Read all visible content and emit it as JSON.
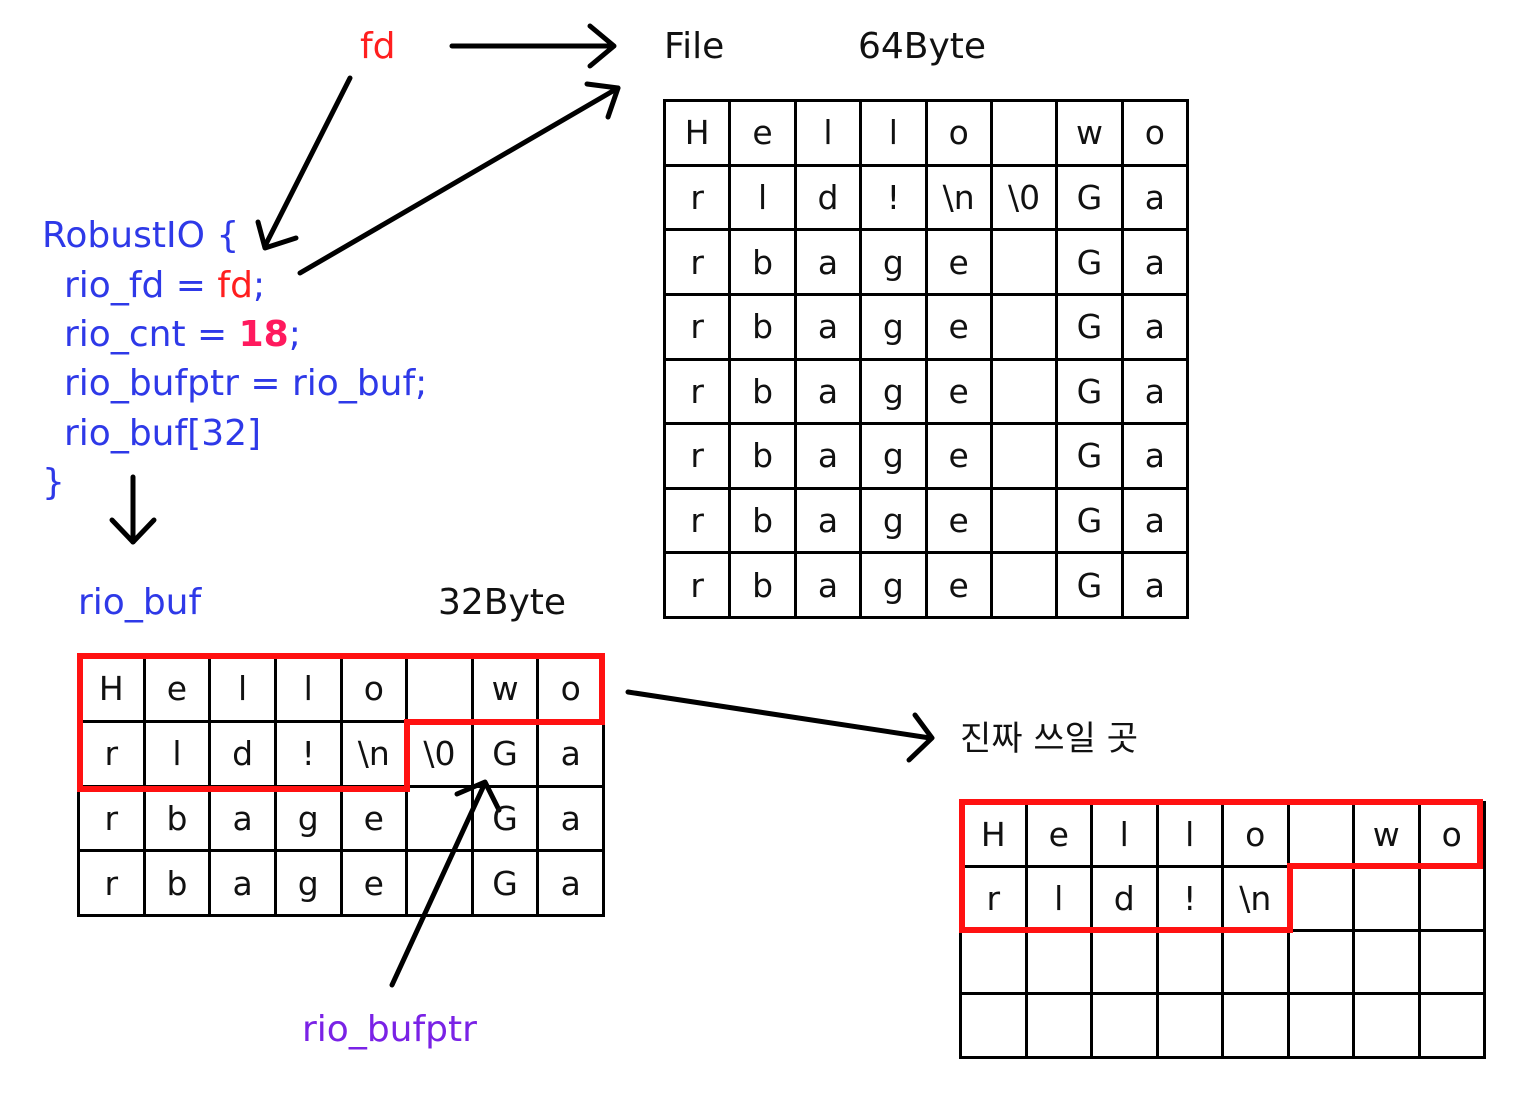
{
  "colors": {
    "blue": "#2e39e8",
    "red": "#ff1f1f",
    "pink": "#ff1a5e",
    "violet": "#7a22e6",
    "black": "#000000",
    "highlight": "#ff1111"
  },
  "labels": {
    "fd": "fd",
    "file": "File",
    "file_size": "64Byte",
    "rio_buf": "rio_buf",
    "buf_size": "32Byte",
    "rio_bufptr": "rio_bufptr",
    "dest": "진짜 쓰일 곳"
  },
  "struct": {
    "open": "RobustIO {",
    "fd_field": "rio_fd = ",
    "fd_value": "fd",
    "semi": ";",
    "cnt_field": "rio_cnt = ",
    "cnt_value": "18",
    "bufptr_line": "rio_bufptr = rio_buf;",
    "buf_line": "rio_buf[32]",
    "close": "}"
  },
  "file_grid": [
    [
      "H",
      "e",
      "l",
      "l",
      "o",
      "",
      "w",
      "o"
    ],
    [
      "r",
      "l",
      "d",
      "!",
      "\\n",
      "\\0",
      "G",
      "a"
    ],
    [
      "r",
      "b",
      "a",
      "g",
      "e",
      "",
      "G",
      "a"
    ],
    [
      "r",
      "b",
      "a",
      "g",
      "e",
      "",
      "G",
      "a"
    ],
    [
      "r",
      "b",
      "a",
      "g",
      "e",
      "",
      "G",
      "a"
    ],
    [
      "r",
      "b",
      "a",
      "g",
      "e",
      "",
      "G",
      "a"
    ],
    [
      "r",
      "b",
      "a",
      "g",
      "e",
      "",
      "G",
      "a"
    ],
    [
      "r",
      "b",
      "a",
      "g",
      "e",
      "",
      "G",
      "a"
    ]
  ],
  "buf_grid": [
    [
      "H",
      "e",
      "l",
      "l",
      "o",
      "",
      "w",
      "o"
    ],
    [
      "r",
      "l",
      "d",
      "!",
      "\\n",
      "\\0",
      "G",
      "a"
    ],
    [
      "r",
      "b",
      "a",
      "g",
      "e",
      "",
      "G",
      "a"
    ],
    [
      "r",
      "b",
      "a",
      "g",
      "e",
      "",
      "G",
      "a"
    ]
  ],
  "dest_grid": [
    [
      "H",
      "e",
      "l",
      "l",
      "o",
      "",
      "w",
      "o"
    ],
    [
      "r",
      "l",
      "d",
      "!",
      "\\n",
      "",
      "",
      ""
    ],
    [
      "",
      "",
      "",
      "",
      "",
      "",
      "",
      ""
    ],
    [
      "",
      "",
      "",
      "",
      "",
      "",
      "",
      ""
    ]
  ]
}
